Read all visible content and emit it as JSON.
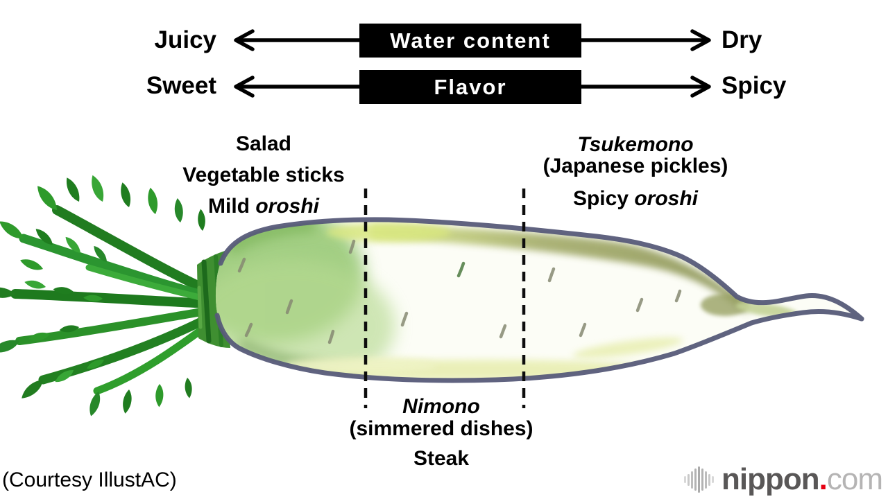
{
  "scales": {
    "water": {
      "left": "Juicy",
      "label": "Water content",
      "right": "Dry"
    },
    "flavor": {
      "left": "Sweet",
      "label": "Flavor",
      "right": "Spicy"
    }
  },
  "sections": {
    "juicy_end": {
      "line1": "Salad",
      "line2": "Vegetable sticks",
      "line3_plain": "Mild ",
      "line3_italic": "oroshi"
    },
    "spicy_end": {
      "line1_italic": "Tsukemono",
      "line2": "(Japanese pickles)",
      "line3_plain": "Spicy ",
      "line3_italic": "oroshi"
    },
    "middle": {
      "line1_italic": "Nimono",
      "line2": "(simmered dishes)",
      "line3": "Steak"
    }
  },
  "credit": "(Courtesy IllustAC)",
  "logo": {
    "brand": "nippon",
    "dot": ".",
    "tld": "com"
  },
  "colors": {
    "scale_box_bg": "#000000",
    "text": "#000000",
    "daikon_outline": "#575b79",
    "leaf_green": "#2e9a2b",
    "bulge_green": "#8cc368",
    "olive_band": "#9aa266",
    "logo_brand": "#595757",
    "logo_dot": "#e60012",
    "logo_tld": "#b5b4b4",
    "logo_bars": "#bdbdbd"
  }
}
